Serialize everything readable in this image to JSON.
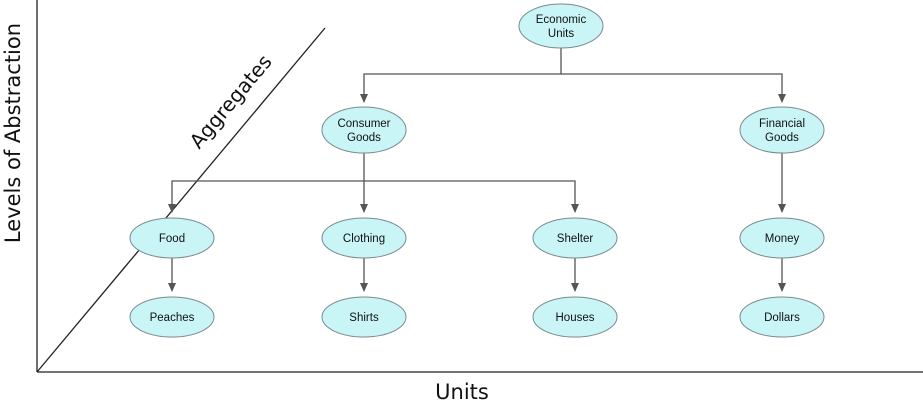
{
  "axes": {
    "y_label": "Levels of Abstraction",
    "x_label": "Units",
    "diagonal_label": "Aggregates"
  },
  "nodes": {
    "economic_units": [
      "Economic",
      "Units"
    ],
    "consumer_goods": [
      "Consumer",
      "Goods"
    ],
    "financial_goods": [
      "Financial",
      "Goods"
    ],
    "food": [
      "Food"
    ],
    "clothing": [
      "Clothing"
    ],
    "shelter": [
      "Shelter"
    ],
    "money": [
      "Money"
    ],
    "peaches": [
      "Peaches"
    ],
    "shirts": [
      "Shirts"
    ],
    "houses": [
      "Houses"
    ],
    "dollars": [
      "Dollars"
    ]
  },
  "edges": [
    [
      "economic_units",
      "consumer_goods"
    ],
    [
      "economic_units",
      "financial_goods"
    ],
    [
      "consumer_goods",
      "food"
    ],
    [
      "consumer_goods",
      "clothing"
    ],
    [
      "consumer_goods",
      "shelter"
    ],
    [
      "financial_goods",
      "money"
    ],
    [
      "food",
      "peaches"
    ],
    [
      "clothing",
      "shirts"
    ],
    [
      "shelter",
      "houses"
    ],
    [
      "money",
      "dollars"
    ]
  ],
  "colors": {
    "node_fill": "#c9f5f7",
    "node_stroke": "#7a8a8c",
    "connector": "#555555"
  }
}
